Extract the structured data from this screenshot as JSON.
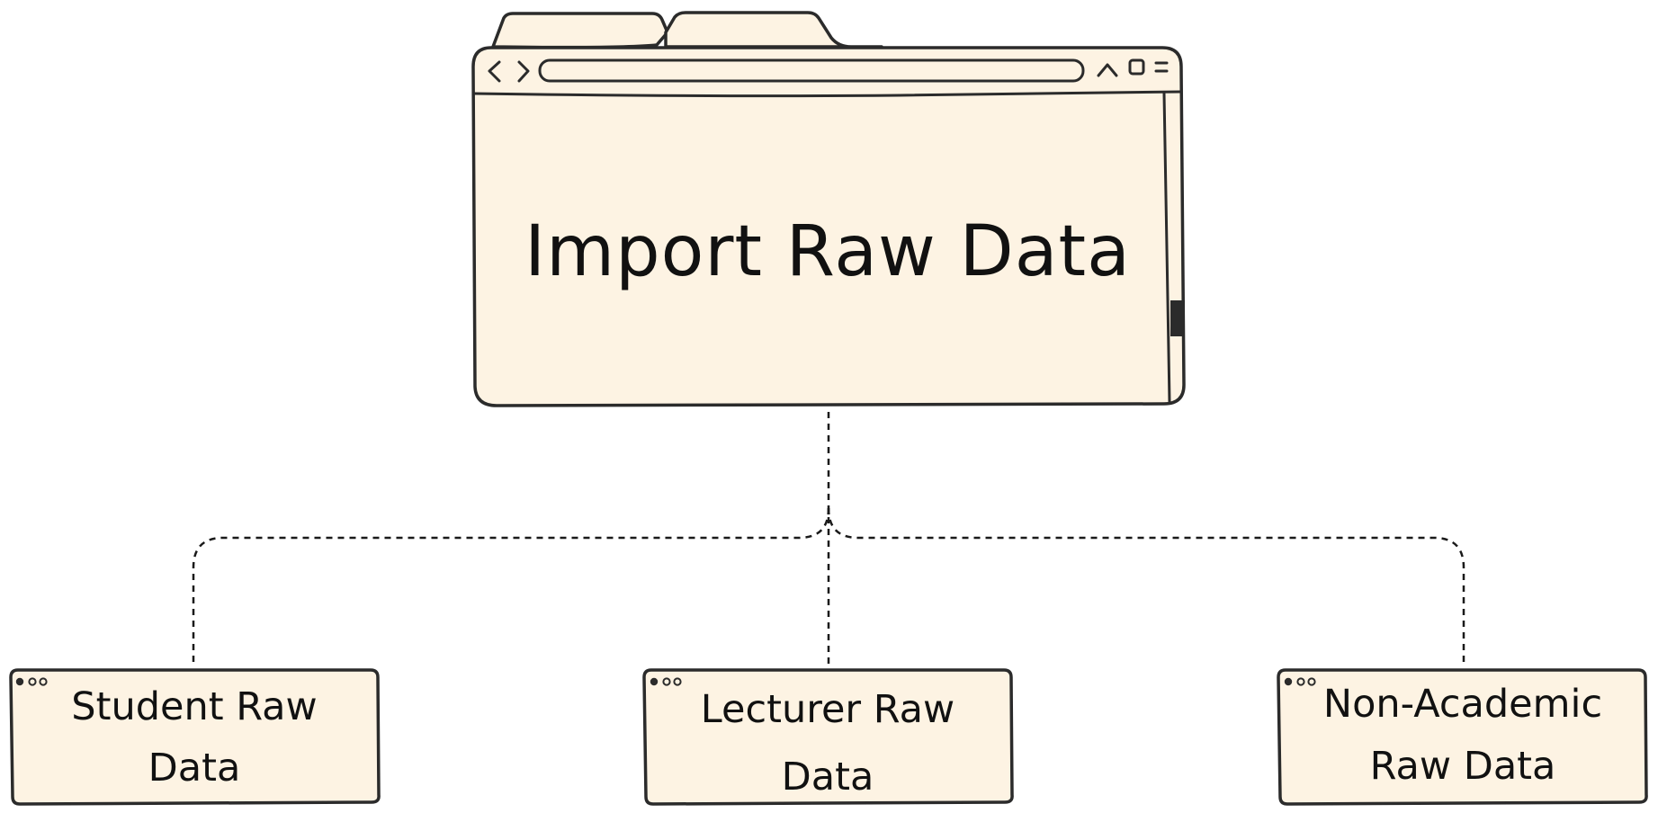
{
  "root": {
    "label": "Import Raw Data"
  },
  "children": [
    {
      "line1": "Student Raw",
      "line2": "Data"
    },
    {
      "line1": "Lecturer Raw",
      "line2": "Data"
    },
    {
      "line1": "Non-Academic",
      "line2": "Raw Data"
    }
  ],
  "colors": {
    "fill": "#fdf3e3",
    "stroke": "#2b2b2b"
  }
}
